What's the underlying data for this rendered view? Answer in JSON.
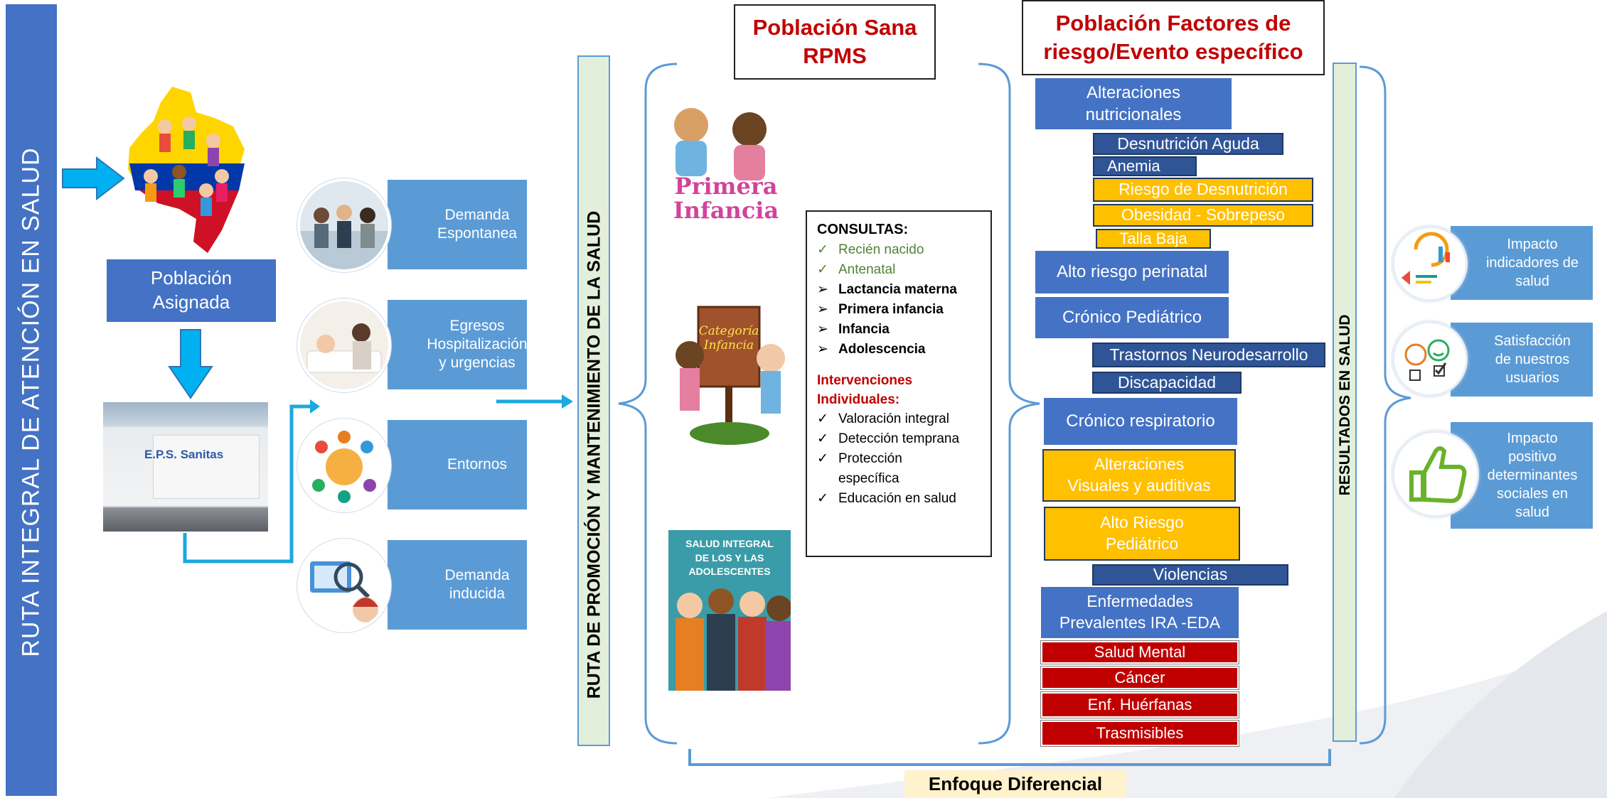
{
  "left_banner": "RUTA INTEGRAL DE ATENCIÓN EN SALUD",
  "poblacion": "Población\nAsignada",
  "eps_sign": "E.P.S. Sanitas",
  "channels": [
    {
      "label": "Demanda\nEspontanea",
      "icon": "waiting-room-icon"
    },
    {
      "label": "Egresos\nHospitalización\ny urgencias",
      "icon": "hospital-care-icon"
    },
    {
      "label": "Entornos",
      "icon": "community-icon"
    },
    {
      "label": "Demanda\ninducida",
      "icon": "outreach-icon"
    }
  ],
  "route_title": "RUTA DE PROMOCIÓN Y MANTENIMIENTO DE LA SALUD",
  "sana_header": "Población Sana\nRPMS",
  "factores_header": "Población Factores de\nriesgo/Evento específico",
  "life_images": {
    "primera_infancia": "Primera\nInfancia",
    "infancia": "Categoría\nInfancia",
    "adolescencia": "SALUD INTEGRAL\nDE LOS Y LAS ADOLESCENTES"
  },
  "consultas": {
    "title": "CONSULTAS:",
    "items": [
      {
        "mark": "✓",
        "text": "Recién nacido",
        "style": "green"
      },
      {
        "mark": "✓",
        "text": "Antenatal",
        "style": "green"
      },
      {
        "mark": "➢",
        "text": "Lactancia materna",
        "style": "bold"
      },
      {
        "mark": "➢",
        "text": "Primera infancia",
        "style": "bold"
      },
      {
        "mark": "➢",
        "text": "Infancia",
        "style": "bold"
      },
      {
        "mark": "➢",
        "text": "Adolescencia",
        "style": "bold"
      }
    ],
    "intervenciones_title": "Intervenciones\nIndividuales:",
    "intervenciones": [
      {
        "mark": "✓",
        "text": "Valoración integral"
      },
      {
        "mark": "✓",
        "text": "Detección temprana"
      },
      {
        "mark": "✓",
        "text": "Protección\nespecífica"
      },
      {
        "mark": "✓",
        "text": "Educación en salud"
      }
    ]
  },
  "risks": {
    "alteraciones_nutricionales": "Alteraciones\nnutricionales",
    "desnutricion_aguda": "Desnutrición Aguda",
    "anemia": "Anemia",
    "riesgo_desnutricion": "Riesgo de Desnutrición",
    "obesidad": "Obesidad - Sobrepeso",
    "talla_baja": "Talla Baja",
    "alto_riesgo_perinatal": "Alto riesgo perinatal",
    "cronico_pediatrico": "Crónico Pediátrico",
    "trastornos": "Trastornos Neurodesarrollo",
    "discapacidad": "Discapacidad",
    "cronico_respiratorio": "Crónico respiratorio",
    "alteraciones_visuales": "Alteraciones\nVisuales y auditivas",
    "alto_riesgo_pediatrico": "Alto Riesgo\nPediátrico",
    "violencias": "Violencias",
    "enfermedades_prevalentes": "Enfermedades\nPrevalentes IRA -EDA",
    "salud_mental": "Salud Mental",
    "cancer": "Cáncer",
    "enf_huerfanas": "Enf. Huérfanas",
    "trasmisibles": "Trasmisibles"
  },
  "resultados_title": "RESULTADOS EN SALUD",
  "results": [
    {
      "label": "Impacto\nindicadores de\nsalud",
      "icon": "charts-icon"
    },
    {
      "label": "Satisfacción\nde nuestros\nusuarios",
      "icon": "satisfaction-faces-icon"
    },
    {
      "label": "Impacto\npositivo\ndeterminantes\nsociales en\nsalud",
      "icon": "thumbs-up-icon"
    }
  ],
  "enfoque": "Enfoque Diferencial",
  "colors": {
    "blue": "#4472c4",
    "light_blue": "#5b9bd5",
    "dark_blue": "#2f5597",
    "yellow": "#ffc000",
    "red": "#c00000",
    "arrow": "#00b0f0",
    "header_text": "#c00000",
    "route_bar": "#e2efda"
  }
}
